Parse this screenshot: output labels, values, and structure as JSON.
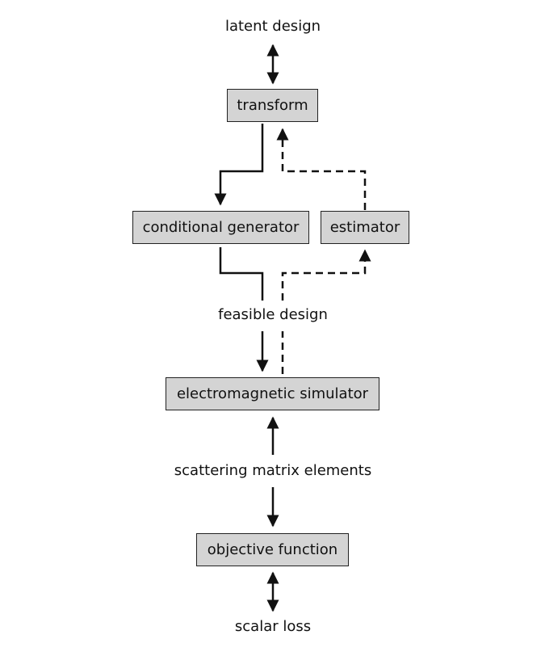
{
  "labels": {
    "latent_design": "latent design",
    "feasible_design": "feasible design",
    "scattering_matrix_elements": "scattering matrix elements",
    "scalar_loss": "scalar loss"
  },
  "boxes": {
    "transform": "transform",
    "conditional_generator": "conditional generator",
    "estimator": "estimator",
    "electromagnetic_simulator": "electromagnetic simulator",
    "objective_function": "objective function"
  },
  "colors": {
    "box_fill": "#d4d4d4",
    "stroke": "#111111"
  }
}
